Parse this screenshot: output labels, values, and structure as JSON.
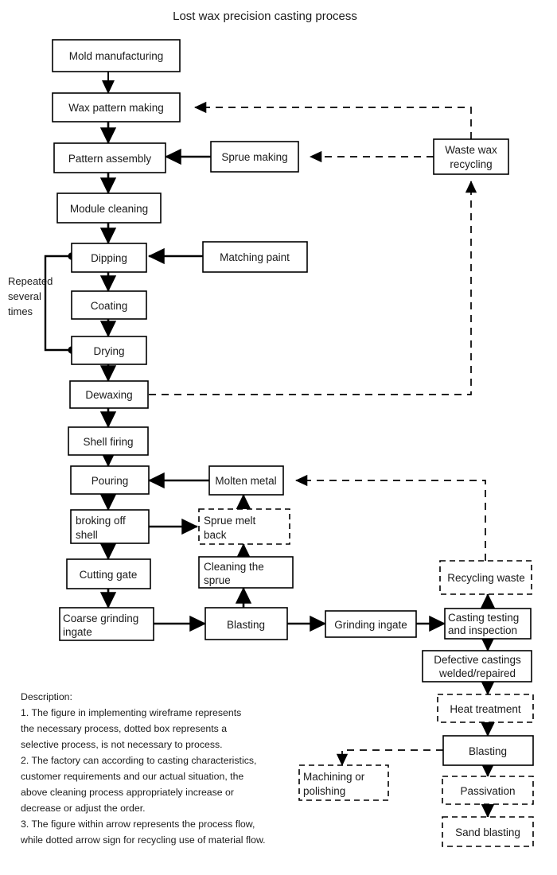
{
  "title": "Lost wax precision casting process",
  "nodes": [
    {
      "id": "mold_manufacturing",
      "label": "Mold manufacturing",
      "style": "solid"
    },
    {
      "id": "wax_pattern_making",
      "label": "Wax pattern making",
      "style": "solid"
    },
    {
      "id": "pattern_assembly",
      "label": "Pattern assembly",
      "style": "solid"
    },
    {
      "id": "module_cleaning",
      "label": "Module cleaning",
      "style": "solid"
    },
    {
      "id": "dipping",
      "label": "Dipping",
      "style": "solid"
    },
    {
      "id": "coating",
      "label": "Coating",
      "style": "solid"
    },
    {
      "id": "drying",
      "label": "Drying",
      "style": "solid"
    },
    {
      "id": "dewaxing",
      "label": "Dewaxing",
      "style": "solid"
    },
    {
      "id": "shell_firing",
      "label": "Shell firing",
      "style": "solid"
    },
    {
      "id": "pouring",
      "label": "Pouring",
      "style": "solid"
    },
    {
      "id": "broking_off_shell",
      "label": "broking off shell",
      "line1": "broking off",
      "line2": "shell",
      "style": "solid"
    },
    {
      "id": "cutting_gate",
      "label": "Cutting gate",
      "style": "solid"
    },
    {
      "id": "coarse_grinding_ingate",
      "label": "Coarse grinding ingate",
      "line1": "Coarse grinding",
      "line2": "ingate",
      "style": "solid"
    },
    {
      "id": "blasting_main",
      "label": "Blasting",
      "style": "solid"
    },
    {
      "id": "grinding_ingate",
      "label": "Grinding ingate",
      "style": "solid"
    },
    {
      "id": "casting_testing_and_inspection",
      "label": "Casting testing and inspection",
      "line1": "Casting testing",
      "line2": "and inspection",
      "style": "solid"
    },
    {
      "id": "defective_castings",
      "label": "Defective castings welded/repaired",
      "line1": "Defective castings",
      "line2": "welded/repaired",
      "style": "solid"
    },
    {
      "id": "heat_treatment",
      "label": "Heat treatment",
      "style": "dashed"
    },
    {
      "id": "blasting_second",
      "label": "Blasting",
      "style": "solid"
    },
    {
      "id": "passivation",
      "label": "Passivation",
      "style": "dashed"
    },
    {
      "id": "sand_blasting",
      "label": "Sand blasting",
      "style": "dashed"
    },
    {
      "id": "machining_or_polishing",
      "label": "Machining or polishing",
      "line1": "Machining or",
      "line2": "polishing",
      "style": "dashed"
    },
    {
      "id": "recycling_waste",
      "label": "Recycling waste",
      "style": "dashed"
    },
    {
      "id": "sprue_making",
      "label": "Sprue making",
      "style": "solid"
    },
    {
      "id": "waste_wax_recycling",
      "label": "Waste wax recycling",
      "line1": "Waste wax",
      "line2": "recycling",
      "style": "solid"
    },
    {
      "id": "matching_paint",
      "label": "Matching paint",
      "style": "solid"
    },
    {
      "id": "molten_metal",
      "label": "Molten metal",
      "style": "solid"
    },
    {
      "id": "sprue_melt_back",
      "label": "Sprue melt back",
      "line1": "Sprue melt",
      "line2": "back",
      "style": "dashed"
    },
    {
      "id": "cleaning_the_sprue",
      "label": "Cleaning the sprue",
      "line1": "Cleaning the",
      "line2": "sprue",
      "style": "solid"
    }
  ],
  "loop_label": {
    "line1": "Repeated",
    "line2": "several",
    "line3": "times"
  },
  "description": {
    "heading": "Description:",
    "lines": [
      "1. The figure in implementing wireframe represents",
      "the necessary process, dotted box represents a",
      "selective process, is not necessary to process.",
      "2. The factory can according to casting characteristics,",
      "customer requirements and our actual situation, the",
      "above cleaning process appropriately increase or",
      "decrease or adjust the order.",
      "3. The figure within arrow represents the process flow,",
      "while dotted arrow sign for recycling use of material flow."
    ]
  },
  "colors": {
    "stroke": "#000000",
    "fill": "#ffffff",
    "text": "#1a1a1a"
  }
}
